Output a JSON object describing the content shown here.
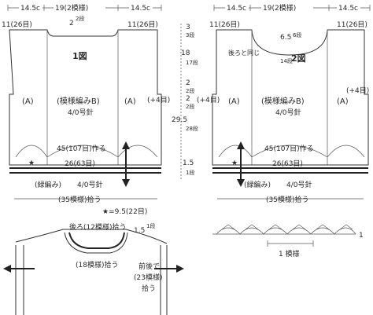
{
  "figure1": {
    "title": "1図",
    "top_left": "14.5c",
    "top_mid": "19(2模様)",
    "top_right": "14.5c",
    "neck_depth": "2",
    "neck_depth_rows": "2段",
    "shoulder_left": "11(26目)",
    "shoulder_right": "11(26目)",
    "side_left": "(A)",
    "side_right": "(A)",
    "center_pattern": "(模様編みB)",
    "needle": "4/0号針",
    "plus4": "(+4目)",
    "chain_start": "45(107目)作る",
    "hem_width": "26(63目)",
    "band_label": "(緑編み)",
    "band_needle": "4/0号針",
    "pickup": "(35模様)拾う",
    "star_note": "★=9.5(22目)"
  },
  "figure2": {
    "title": "2図",
    "top_left": "14.5c",
    "top_mid": "19(2模様)",
    "top_right": "14.5c",
    "neck_depth": "6.5",
    "neck_depth_rows": "6段",
    "inner_rows": "14段",
    "same_as_back": "後ろと同じ",
    "shoulder_left": "11(26目)",
    "shoulder_right": "11(26目)",
    "side_left": "(A)",
    "side_right": "(A)",
    "center_pattern": "(模様編みB)",
    "needle": "4/0号針",
    "plus4_left": "(+4目)",
    "plus4_right": "(+4目)",
    "chain_start": "45(107目)作る",
    "hem_width": "26(63目)",
    "band_label": "(緑編み)",
    "band_needle": "4/0号針",
    "pickup": "(35模様)拾う"
  },
  "vertical_dims": {
    "d1": "3",
    "d1_rows": "3段",
    "d2": "18",
    "d2_rows": "17段",
    "d3": "2",
    "d3_rows": "2段",
    "d4": "2",
    "d4_rows": "2段",
    "total": "29.5",
    "total_rows": "28段",
    "d5": "1.5",
    "d5_rows": "1段"
  },
  "neck_detail": {
    "back_pickup": "後ろ(12模様)拾う",
    "band_dim": "1.5",
    "band_rows": "1段",
    "front_pickup": "(18模様)拾う",
    "front_side": "前後で",
    "front_side2": "(23模様)",
    "front_side3": "拾う"
  },
  "stitch_chart": {
    "label": "1 模様",
    "end_mark": "1"
  }
}
